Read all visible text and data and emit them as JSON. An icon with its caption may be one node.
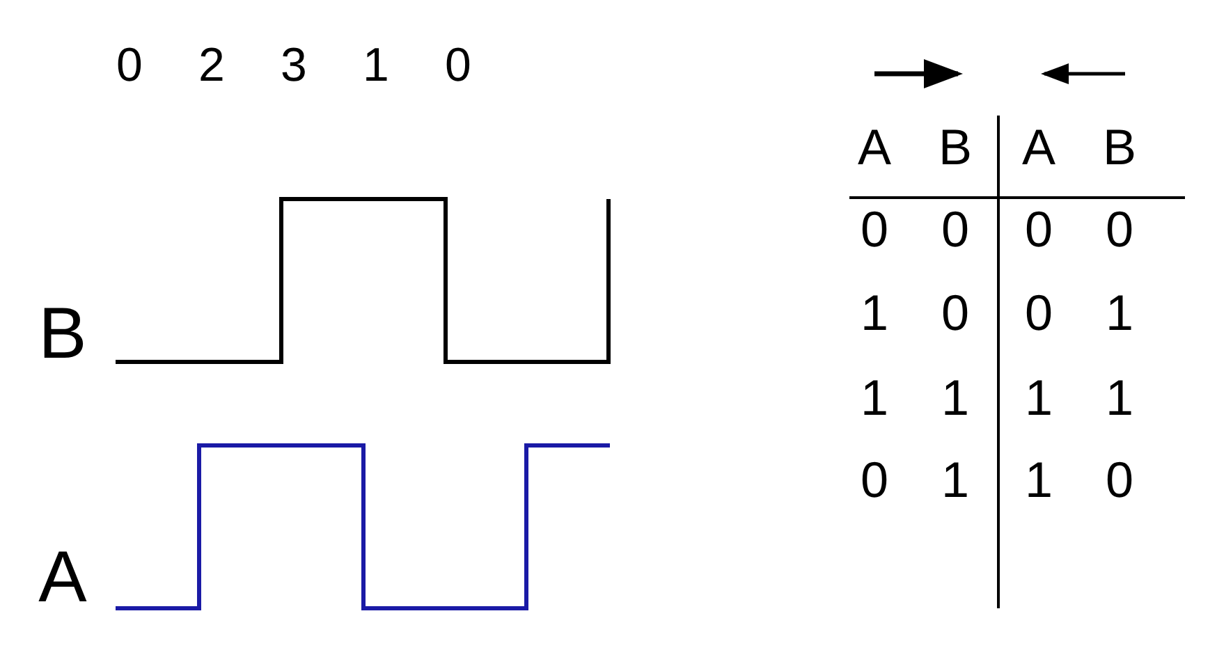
{
  "diagram": {
    "labels": [
      "0",
      "2",
      "3",
      "1",
      "0",
      "A",
      "B",
      "A",
      "B",
      "0",
      "0",
      "0",
      "0",
      "1",
      "0",
      "0",
      "1",
      "1",
      "1",
      "1",
      "1",
      "0",
      "1",
      "1",
      "0",
      "B",
      "A"
    ]
  }
}
